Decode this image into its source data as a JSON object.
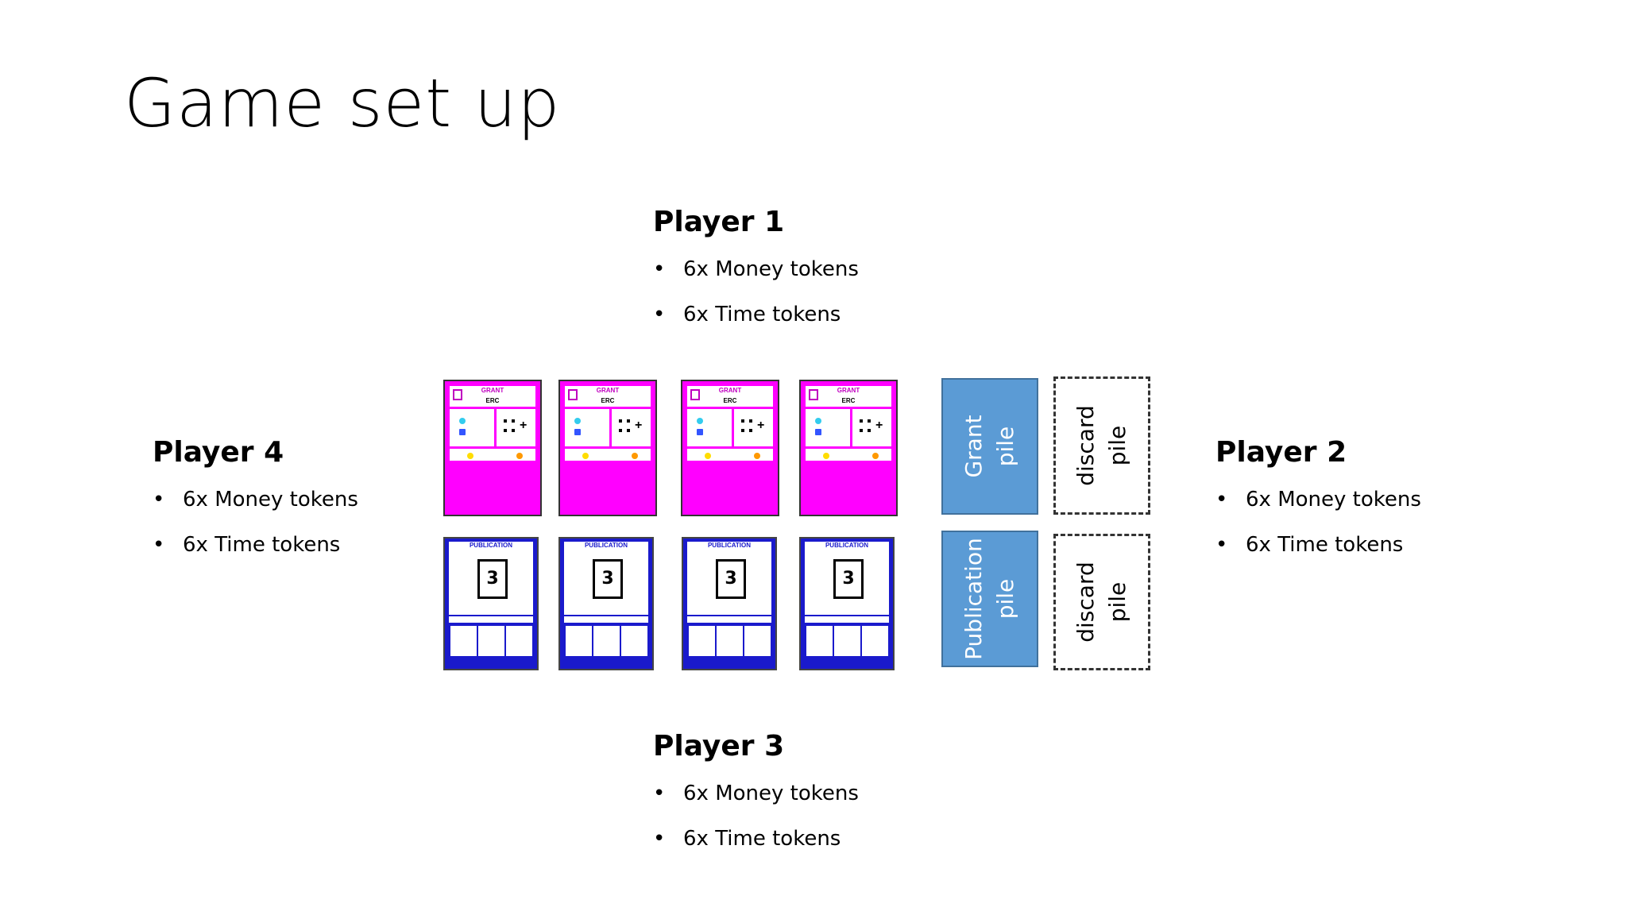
{
  "title": "Game set up",
  "players": {
    "p1": {
      "name": "Player 1",
      "items": [
        "6x Money tokens",
        "6x Time tokens"
      ]
    },
    "p2": {
      "name": "Player 2",
      "items": [
        "6x Money tokens",
        "6x Time tokens"
      ]
    },
    "p3": {
      "name": "Player 3",
      "items": [
        "6x Money tokens",
        "6x Time tokens"
      ]
    },
    "p4": {
      "name": "Player 4",
      "items": [
        "6x Money tokens",
        "6x Time tokens"
      ]
    }
  },
  "grant_card": {
    "title": "GRANT",
    "subtitle": "ERC"
  },
  "publication_card": {
    "title": "PUBLICATION",
    "number": "3"
  },
  "piles": {
    "grant": {
      "line1": "Grant",
      "line2": "pile"
    },
    "grant_discard": {
      "line1": "discard",
      "line2": "pile"
    },
    "publication": {
      "line1": "Publication",
      "line2": "pile"
    },
    "publication_discard": {
      "line1": "discard",
      "line2": "pile"
    }
  },
  "colors": {
    "grant": "#ff00ff",
    "publication": "#1a1acc",
    "pile": "#5b9bd5"
  }
}
